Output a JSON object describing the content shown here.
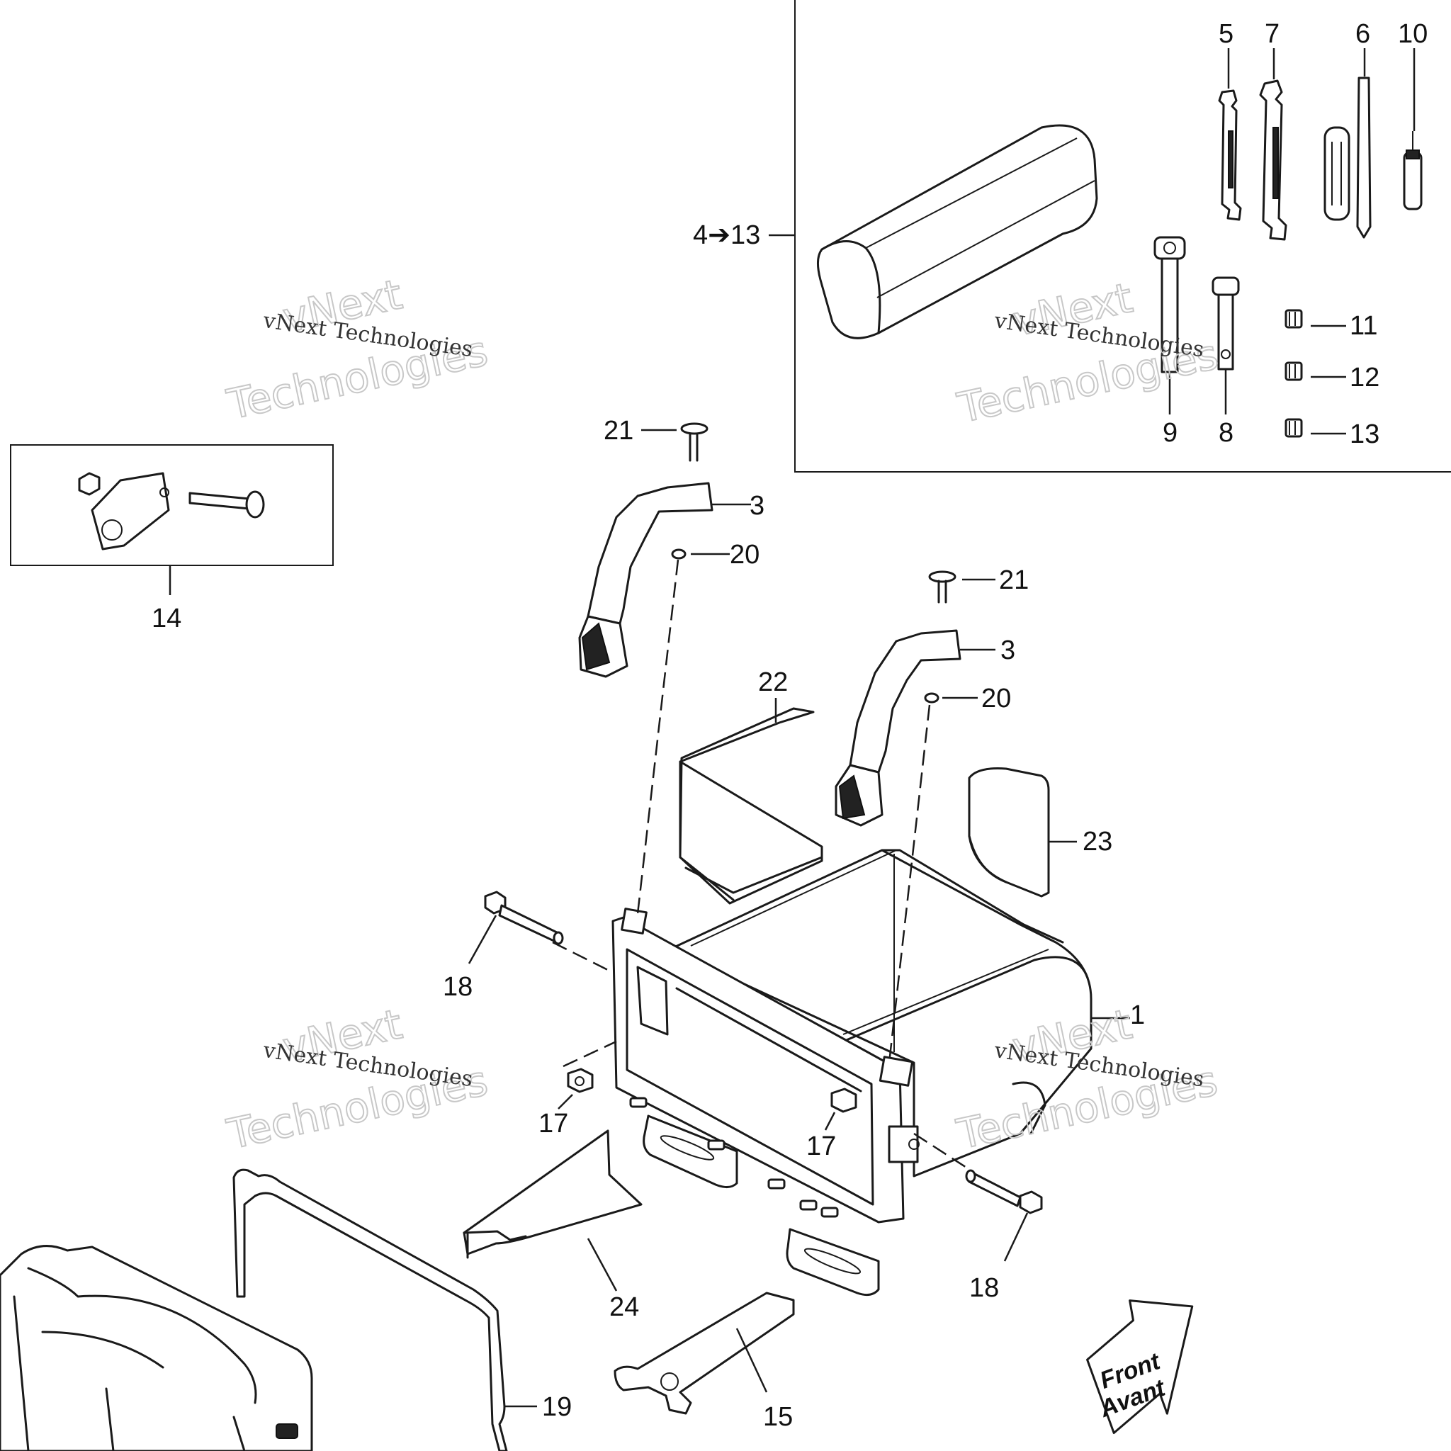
{
  "callouts": {
    "c1": "1",
    "c3a": "3",
    "c3b": "3",
    "c4to13": "4➔13",
    "c5": "5",
    "c6": "6",
    "c7": "7",
    "c8": "8",
    "c9": "9",
    "c10": "10",
    "c11": "11",
    "c12": "12",
    "c13": "13",
    "c14": "14",
    "c15": "15",
    "c17a": "17",
    "c17b": "17",
    "c18a": "18",
    "c18b": "18",
    "c19": "19",
    "c20a": "20",
    "c20b": "20",
    "c21a": "21",
    "c21b": "21",
    "c22": "22",
    "c23": "23",
    "c24": "24"
  },
  "watermark": {
    "line1": "vNext Technologies",
    "line2a": "vNext",
    "line2b": "Technologies"
  },
  "front_arrow": {
    "line1": "Front",
    "line2": "Avant"
  }
}
